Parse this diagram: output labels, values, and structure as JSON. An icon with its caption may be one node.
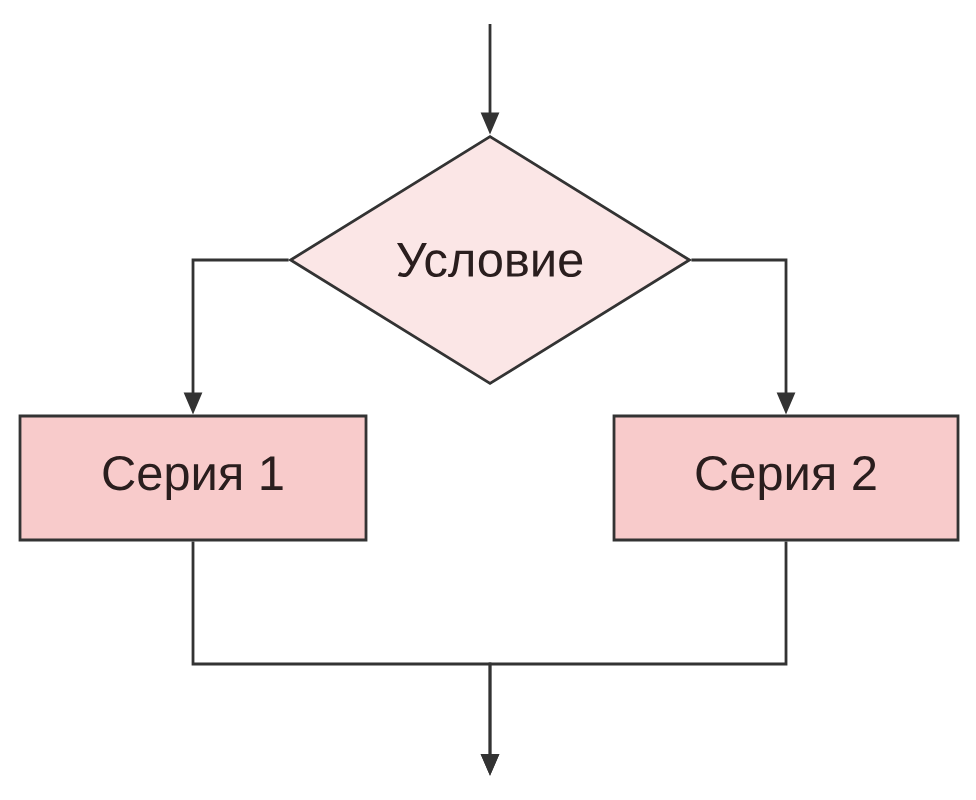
{
  "diagram": {
    "nodes": [
      {
        "text": [
          "Условие"
        ]
      },
      {
        "text": [
          "Серия 1"
        ]
      },
      {
        "text": [
          "Серия 2"
        ]
      }
    ],
    "edges": [
      {
        "from": null,
        "to": 0,
        "arrow": "to"
      },
      {
        "from": 0,
        "to": 1,
        "arrow": "to"
      },
      {
        "from": 0,
        "to": 2,
        "arrow": "to"
      },
      {
        "from": 1,
        "to": null,
        "arrow": "to"
      },
      {
        "from": 2,
        "to": null,
        "arrow": "to"
      }
    ]
  }
}
